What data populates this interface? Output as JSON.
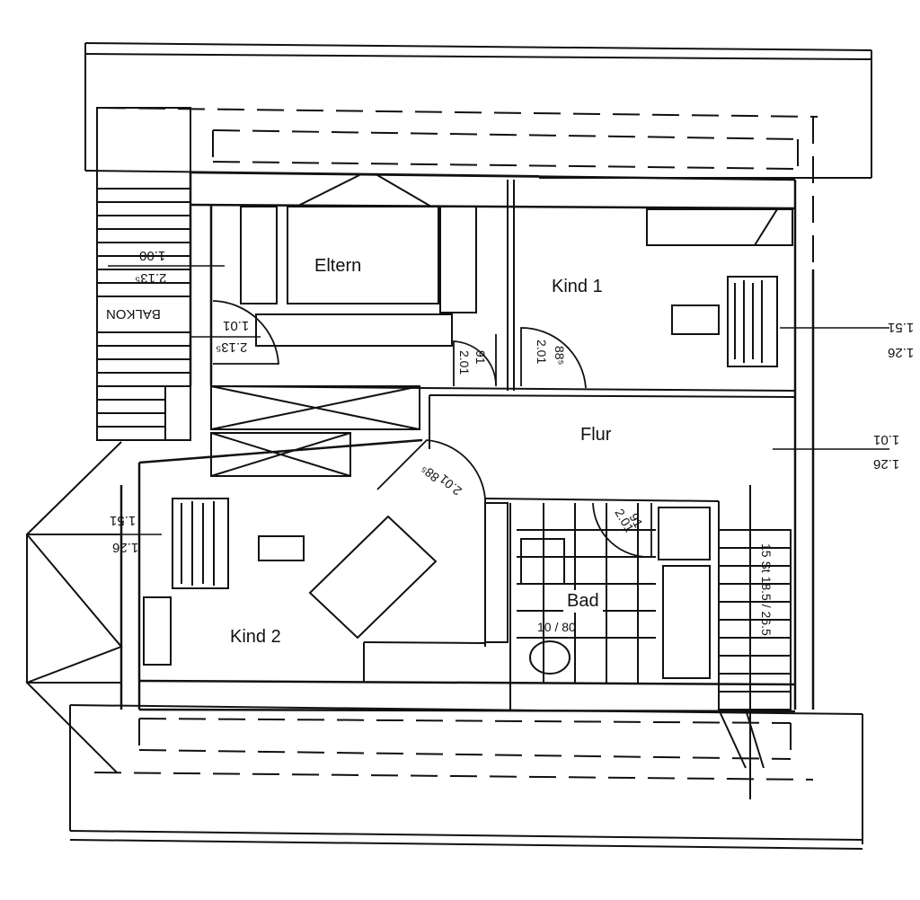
{
  "rooms": {
    "eltern": "Eltern",
    "kind1": "Kind 1",
    "flur": "Flur",
    "bad": "Bad",
    "kind2": "Kind 2"
  },
  "balcony_label": "BALKON",
  "dimensions": {
    "balkon_top": "1.00",
    "balkon_bottom": "2.13⁵",
    "eltern_window_top": "1.01",
    "eltern_window_bottom": "2.13⁵",
    "eltern_door_a": "91",
    "eltern_door_b": "2.01",
    "kind1_door_a": "88⁵",
    "kind1_door_b": "2.01",
    "kind1_window_top": "1.51",
    "kind1_window_bottom": "1.26",
    "flur_window_top": "1.01",
    "flur_window_bottom": "1.26",
    "kind2_door_a": "88⁵",
    "kind2_door_b": "2.01",
    "kind2_window_top": "1.51",
    "kind2_window_bottom": "1.26",
    "bad_door_a": "91",
    "bad_door_b": "2.01",
    "bad_window": "10 / 80",
    "stair": "15 St 18.5 / 26.5"
  }
}
